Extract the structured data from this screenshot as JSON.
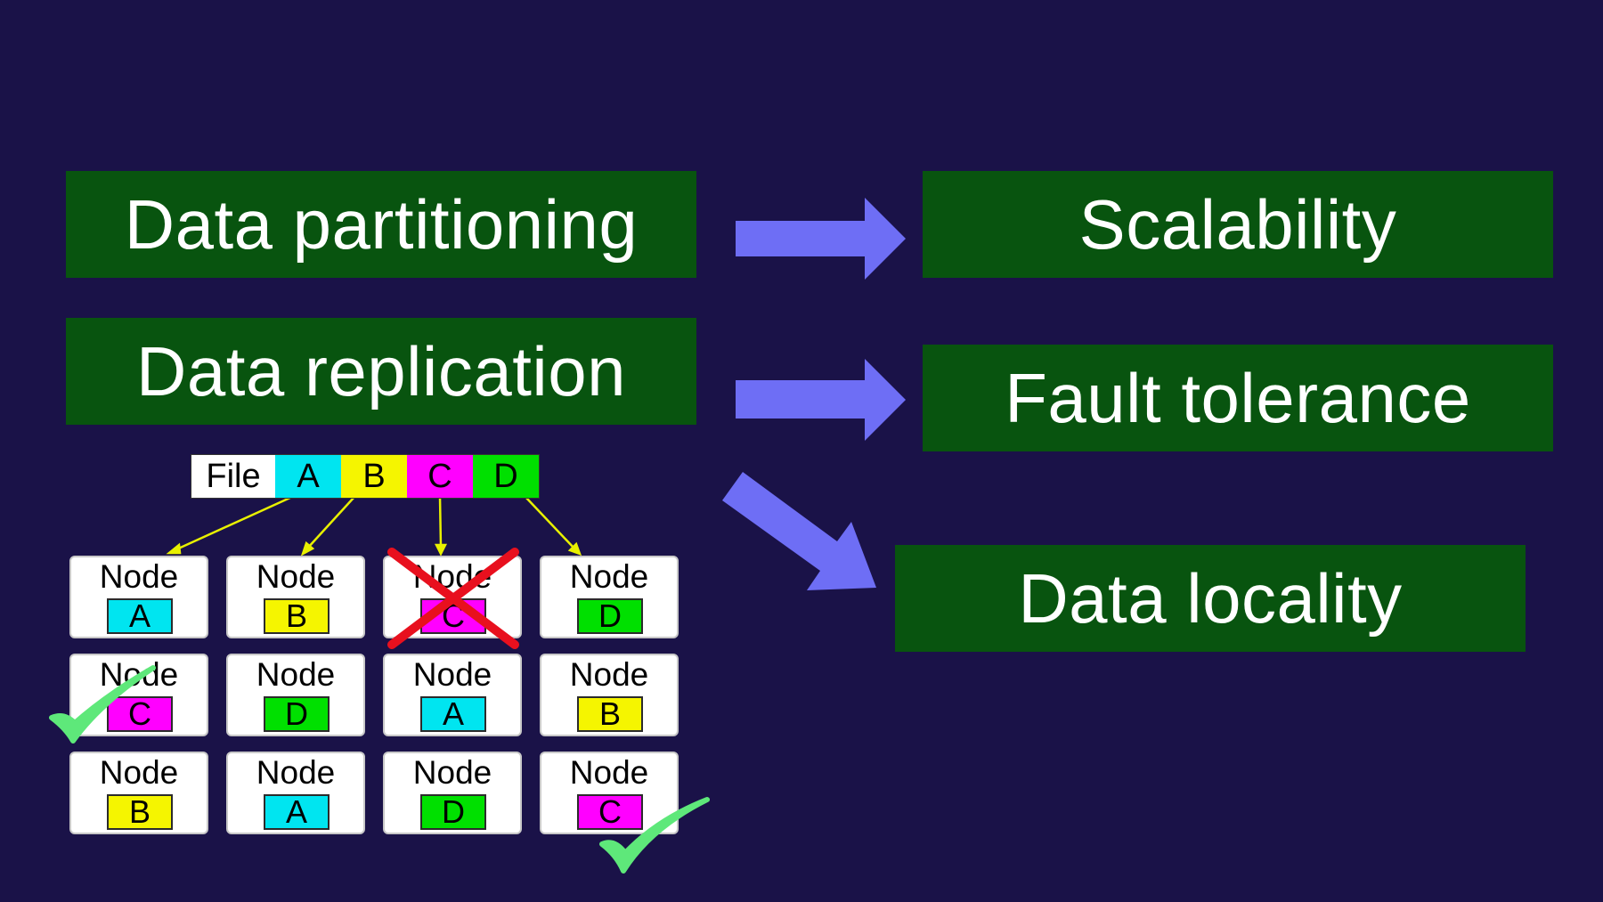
{
  "boxes": {
    "partitioning": "Data partitioning",
    "replication": "Data replication",
    "scalability": "Scalability",
    "fault_tolerance": "Fault tolerance",
    "locality": "Data locality"
  },
  "file": {
    "label": "File",
    "chunks": [
      {
        "label": "A",
        "color": "#00e5f0"
      },
      {
        "label": "B",
        "color": "#f5f500"
      },
      {
        "label": "C",
        "color": "#ff00ff"
      },
      {
        "label": "D",
        "color": "#00e000"
      }
    ]
  },
  "nodes": [
    {
      "label": "Node",
      "chunk": "A",
      "color": "#00e5f0",
      "failed": false
    },
    {
      "label": "Node",
      "chunk": "B",
      "color": "#f5f500",
      "failed": false
    },
    {
      "label": "Node",
      "chunk": "C",
      "color": "#ff00ff",
      "failed": true
    },
    {
      "label": "Node",
      "chunk": "D",
      "color": "#00e000",
      "failed": false
    },
    {
      "label": "Node",
      "chunk": "C",
      "color": "#ff00ff",
      "failed": false
    },
    {
      "label": "Node",
      "chunk": "D",
      "color": "#00e000",
      "failed": false
    },
    {
      "label": "Node",
      "chunk": "A",
      "color": "#00e5f0",
      "failed": false
    },
    {
      "label": "Node",
      "chunk": "B",
      "color": "#f5f500",
      "failed": false
    },
    {
      "label": "Node",
      "chunk": "B",
      "color": "#f5f500",
      "failed": false
    },
    {
      "label": "Node",
      "chunk": "A",
      "color": "#00e5f0",
      "failed": false
    },
    {
      "label": "Node",
      "chunk": "D",
      "color": "#00e000",
      "failed": false
    },
    {
      "label": "Node",
      "chunk": "C",
      "color": "#ff00ff",
      "failed": false
    }
  ],
  "colors": {
    "background": "#1a1248",
    "box_green": "#08540f",
    "arrow": "#6e6ef5",
    "connector": "#e8f000",
    "cross": "#e8101e",
    "check": "#5ee87a"
  },
  "icons": {
    "failure_mark": "red-x-icon",
    "replica_ok": "green-checkmark-icon"
  }
}
